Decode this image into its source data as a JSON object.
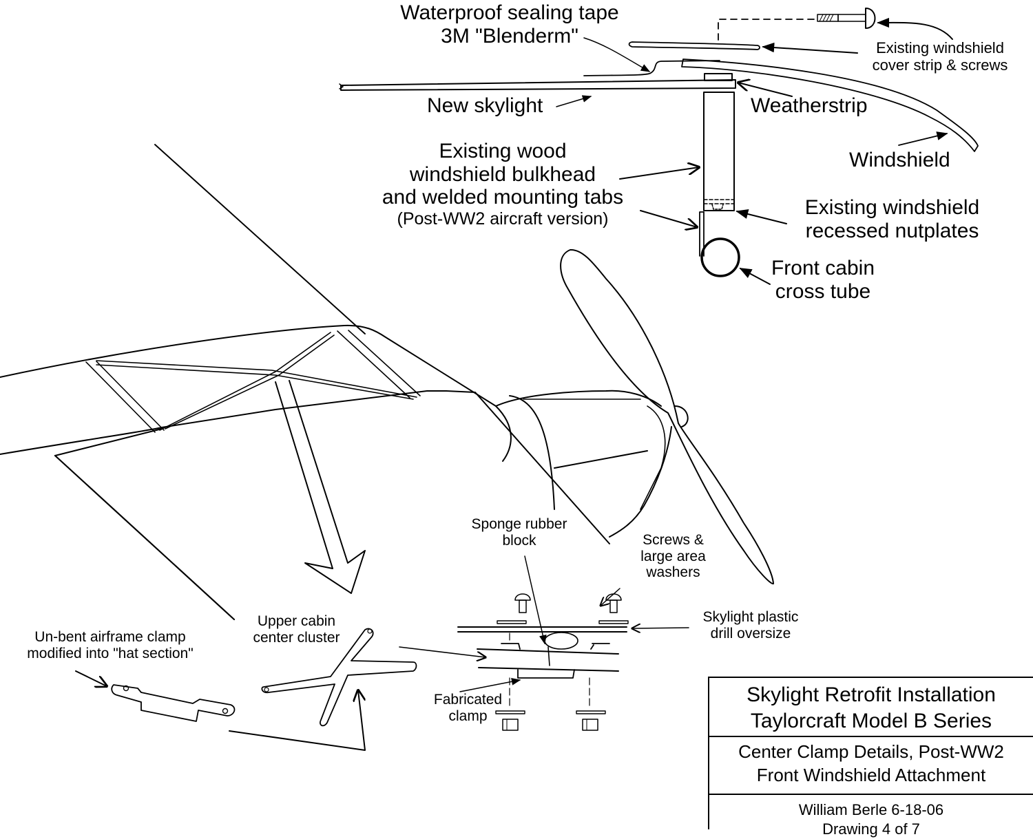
{
  "drawing": {
    "title_block": {
      "title_lines": [
        "Skylight Retrofit Installation",
        "Taylorcraft Model B Series"
      ],
      "subtitle_lines": [
        "Center Clamp Details, Post-WW2",
        "Front Windshield Attachment"
      ],
      "author_date": "William Berle 6-18-06",
      "sheet": "Drawing 4 of 7"
    },
    "labels": {
      "sealing_tape": [
        "Waterproof sealing tape",
        "3M \"Blenderm\""
      ],
      "cover_strip": [
        "Existing windshield",
        "cover strip & screws"
      ],
      "new_skylight": "New skylight",
      "weatherstrip": "Weatherstrip",
      "windshield": "Windshield",
      "bulkhead": [
        "Existing wood",
        "windshield bulkhead",
        "and welded mounting tabs",
        "(Post-WW2 aircraft version)"
      ],
      "nutplates": [
        "Existing windshield",
        "recessed nutplates"
      ],
      "cross_tube": [
        "Front cabin",
        "cross tube"
      ],
      "sponge_block": [
        "Sponge rubber",
        "block"
      ],
      "screws_washers": [
        "Screws &",
        "large area",
        "washers"
      ],
      "skylight_plastic": [
        "Skylight plastic",
        "drill oversize"
      ],
      "fabricated_clamp": [
        "Fabricated",
        "clamp"
      ],
      "upper_cluster": [
        "Upper cabin",
        "center cluster"
      ],
      "unbent_clamp": [
        "Un-bent airframe clamp",
        "modified into \"hat section\""
      ]
    },
    "colors": {
      "ink": "#000000",
      "paper": "#ffffff"
    }
  }
}
